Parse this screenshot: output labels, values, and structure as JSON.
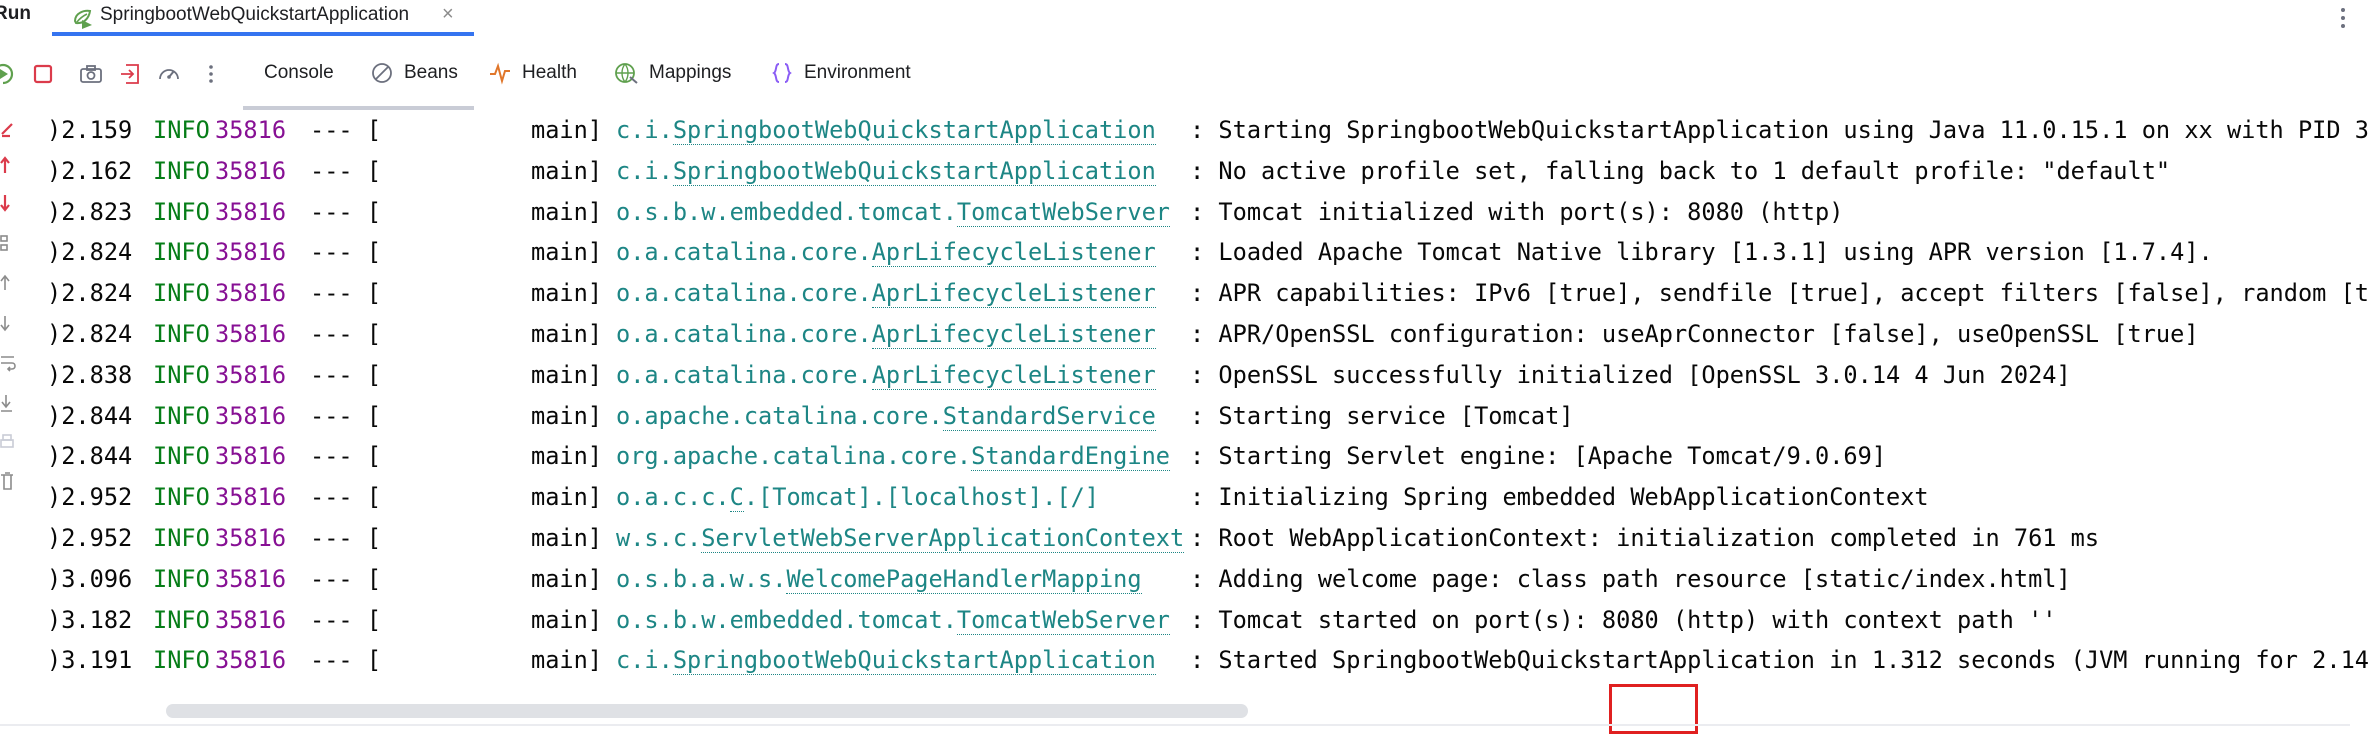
{
  "tabbar": {
    "run_label": "Run",
    "active_tab": "SpringbootWebQuickstartApplication",
    "close_glyph": "×"
  },
  "toolbar": {
    "tabs": [
      {
        "label": "Console",
        "icon": "console"
      },
      {
        "label": "Beans",
        "icon": "beans-icon"
      },
      {
        "label": "Health",
        "icon": "health-icon"
      },
      {
        "label": "Mappings",
        "icon": "mappings-icon"
      },
      {
        "label": "Environment",
        "icon": "environment-icon"
      }
    ]
  },
  "colors": {
    "accent": "#3574f0",
    "info_level": "#067d17",
    "pid": "#871094",
    "logger": "#1d8685",
    "highlight": "#e02020"
  },
  "log": [
    {
      "time": ")2.159",
      "level": "INFO",
      "pid": "35816",
      "sep": "--- [",
      "thread": "main]",
      "logger_prefix": "c.i.",
      "logger_class": "SpringbootWebQuickstartApplication",
      "message": ": Starting SpringbootWebQuickstartApplication using Java 11.0.15.1 on xx with PID 3"
    },
    {
      "time": ")2.162",
      "level": "INFO",
      "pid": "35816",
      "sep": "--- [",
      "thread": "main]",
      "logger_prefix": "c.i.",
      "logger_class": "SpringbootWebQuickstartApplication",
      "message": ": No active profile set, falling back to 1 default profile: \"default\""
    },
    {
      "time": ")2.823",
      "level": "INFO",
      "pid": "35816",
      "sep": "--- [",
      "thread": "main]",
      "logger_prefix": "o.s.b.w.embedded.tomcat.",
      "logger_class": "TomcatWebServer",
      "message": ": Tomcat initialized with port(s): 8080 (http)"
    },
    {
      "time": ")2.824",
      "level": "INFO",
      "pid": "35816",
      "sep": "--- [",
      "thread": "main]",
      "logger_prefix": "o.a.catalina.core.",
      "logger_class": "AprLifecycleListener",
      "message": ": Loaded Apache Tomcat Native library [1.3.1] using APR version [1.7.4]."
    },
    {
      "time": ")2.824",
      "level": "INFO",
      "pid": "35816",
      "sep": "--- [",
      "thread": "main]",
      "logger_prefix": "o.a.catalina.core.",
      "logger_class": "AprLifecycleListener",
      "message": ": APR capabilities: IPv6 [true], sendfile [true], accept filters [false], random [t"
    },
    {
      "time": ")2.824",
      "level": "INFO",
      "pid": "35816",
      "sep": "--- [",
      "thread": "main]",
      "logger_prefix": "o.a.catalina.core.",
      "logger_class": "AprLifecycleListener",
      "message": ": APR/OpenSSL configuration: useAprConnector [false], useOpenSSL [true]"
    },
    {
      "time": ")2.838",
      "level": "INFO",
      "pid": "35816",
      "sep": "--- [",
      "thread": "main]",
      "logger_prefix": "o.a.catalina.core.",
      "logger_class": "AprLifecycleListener",
      "message": ": OpenSSL successfully initialized [OpenSSL 3.0.14 4 Jun 2024]"
    },
    {
      "time": ")2.844",
      "level": "INFO",
      "pid": "35816",
      "sep": "--- [",
      "thread": "main]",
      "logger_prefix": "o.apache.catalina.core.",
      "logger_class": "StandardService",
      "message": ": Starting service [Tomcat]"
    },
    {
      "time": ")2.844",
      "level": "INFO",
      "pid": "35816",
      "sep": "--- [",
      "thread": "main]",
      "logger_prefix": "org.apache.catalina.core.",
      "logger_class": "StandardEngine",
      "message": ": Starting Servlet engine: [Apache Tomcat/9.0.69]"
    },
    {
      "time": ")2.952",
      "level": "INFO",
      "pid": "35816",
      "sep": "--- [",
      "thread": "main]",
      "logger_prefix": "o.a.c.c.",
      "logger_class": "C",
      "logger_suffix": ".[Tomcat].[localhost].[/]",
      "message": ": Initializing Spring embedded WebApplicationContext"
    },
    {
      "time": ")2.952",
      "level": "INFO",
      "pid": "35816",
      "sep": "--- [",
      "thread": "main]",
      "logger_prefix": "w.s.c.",
      "logger_class": "ServletWebServerApplicationContext",
      "message": ": Root WebApplicationContext: initialization completed in 761 ms"
    },
    {
      "time": ")3.096",
      "level": "INFO",
      "pid": "35816",
      "sep": "--- [",
      "thread": "main]",
      "logger_prefix": "o.s.b.a.w.s.",
      "logger_class": "WelcomePageHandlerMapping",
      "message": ": Adding welcome page: class path resource [static/index.html]"
    },
    {
      "time": ")3.182",
      "level": "INFO",
      "pid": "35816",
      "sep": "--- [",
      "thread": "main]",
      "logger_prefix": "o.s.b.w.embedded.tomcat.",
      "logger_class": "TomcatWebServer",
      "message": ": Tomcat started on port(s): 8080 (http) with context path ''"
    },
    {
      "time": ")3.191",
      "level": "INFO",
      "pid": "35816",
      "sep": "--- [",
      "thread": "main]",
      "logger_prefix": "c.i.",
      "logger_class": "SpringbootWebQuickstartApplication",
      "message": ": Started SpringbootWebQuickstartApplication in 1.312 seconds (JVM running for 2.14"
    }
  ]
}
